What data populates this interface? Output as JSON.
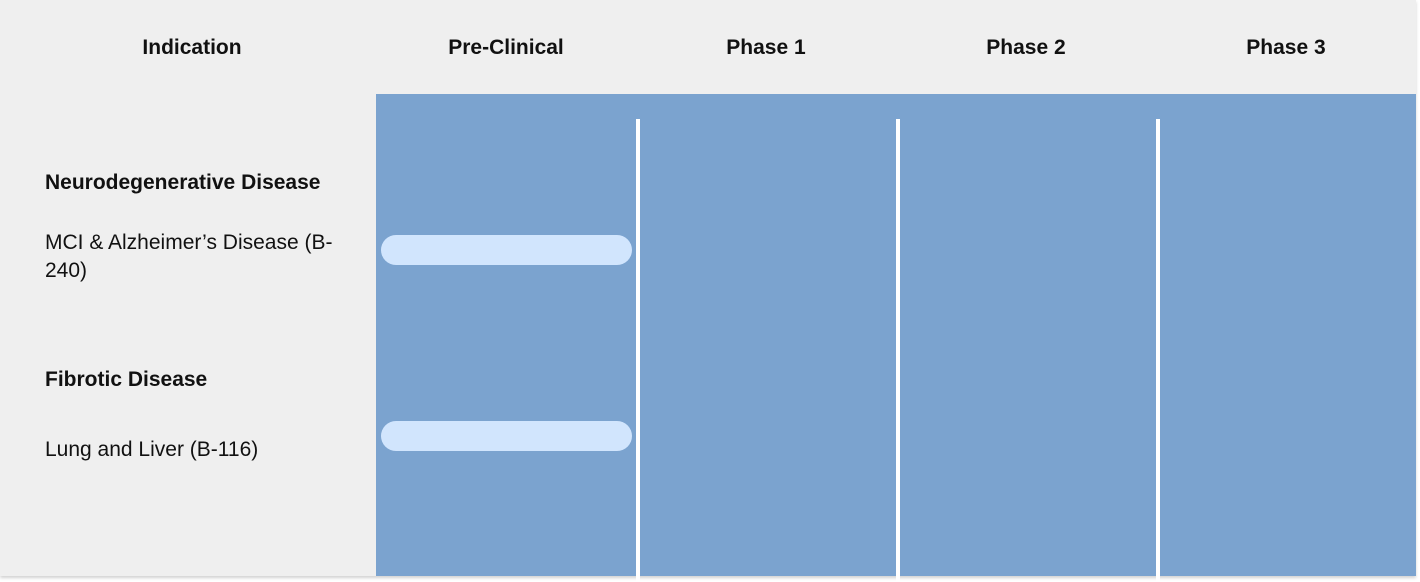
{
  "header": {
    "indication": "Indication",
    "phases": [
      "Pre-Clinical",
      "Phase 1",
      "Phase 2",
      "Phase 3"
    ]
  },
  "indications": [
    {
      "category": "Neurodegenerative Disease",
      "program": "MCI & Alzheimer’s Disease (B-240)",
      "stage": "Pre-Clinical",
      "progress_fraction_of_pipeline": 0.25
    },
    {
      "category": "Fibrotic Disease",
      "program": "Lung and Liver (B-116)",
      "stage": "Pre-Clinical",
      "progress_fraction_of_pipeline": 0.25
    }
  ],
  "colors": {
    "background": "#efefef",
    "phase_area": "#7ba3cf",
    "progress_bar": "#d1e5fd",
    "divider": "#ffffff"
  }
}
